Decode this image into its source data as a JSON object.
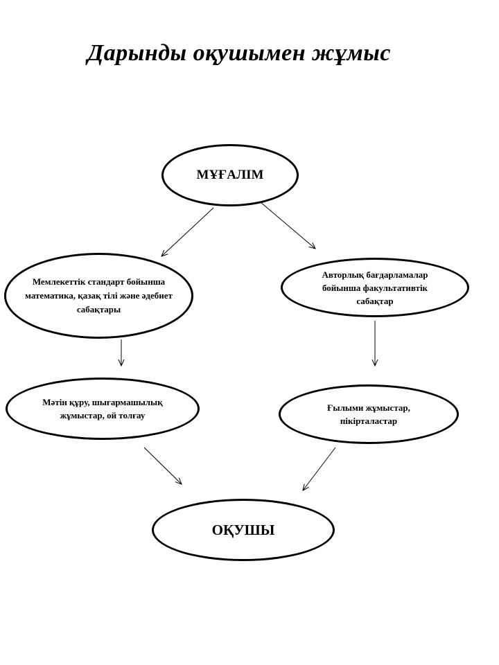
{
  "title": "Дарынды оқушымен жұмыс",
  "nodes": {
    "teacher": "МҰҒАЛІМ",
    "state_subjects": "Мемлекеттік стандарт бойынша математика, қазақ тілі және әдебиет сабақтары",
    "author_programs": "Авторлық бағдарламалар бойынша факультативтік сабақтар",
    "text_work": "Мәтін құру, шығармашылық жұмыстар, ой толғау",
    "science_work": "Ғылыми жұмыстар, пікірталастар",
    "student": "ОҚУШЫ"
  },
  "edges": [
    {
      "from": "teacher",
      "to": "state_subjects"
    },
    {
      "from": "teacher",
      "to": "author_programs"
    },
    {
      "from": "state_subjects",
      "to": "text_work"
    },
    {
      "from": "author_programs",
      "to": "science_work"
    },
    {
      "from": "text_work",
      "to": "student"
    },
    {
      "from": "science_work",
      "to": "student"
    }
  ]
}
